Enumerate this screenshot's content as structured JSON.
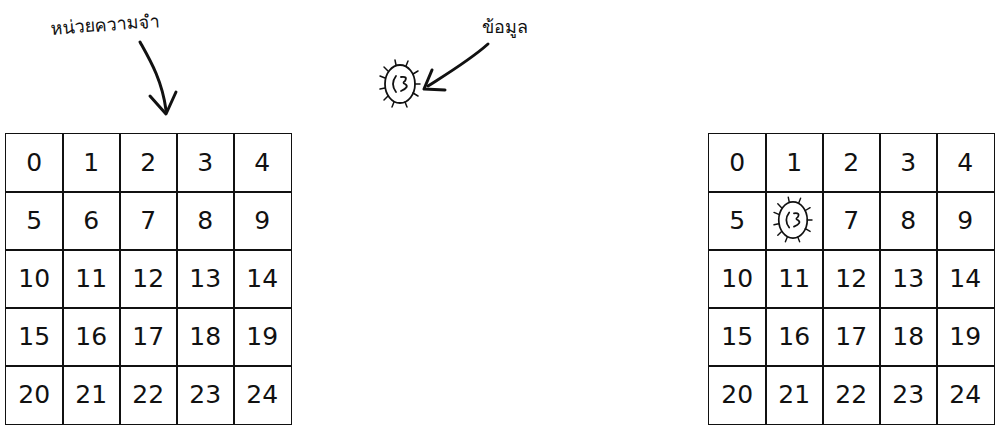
{
  "diagram": {
    "labels": [
      "หน่วยความจำ",
      "ข้อมูล",
      "0",
      "1",
      "2",
      "3",
      "4",
      "5",
      "6",
      "7",
      "8",
      "9",
      "10",
      "11",
      "12",
      "13",
      "14",
      "15",
      "16",
      "17",
      "18",
      "19",
      "20",
      "21",
      "22",
      "23",
      "24",
      "0",
      "1",
      "2",
      "3",
      "4",
      "5",
      "7",
      "8",
      "9",
      "10",
      "11",
      "12",
      "13",
      "14",
      "15",
      "16",
      "17",
      "18",
      "19",
      "20",
      "21",
      "22",
      "23",
      "24"
    ]
  }
}
